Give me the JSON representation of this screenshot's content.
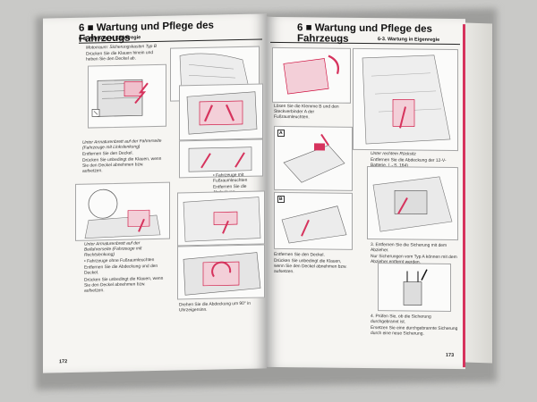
{
  "left_page": {
    "chapter_title": "6 ■ Wartung und Pflege des Fahrzeugs",
    "section": "6-3. Wartung in Eigenregie",
    "page_number": "172",
    "block1": [
      "Motorraum: Sicherungskasten Typ B",
      "Drücken Sie die Klauen hinein und heben Sie den Deckel ab."
    ],
    "block2": [
      "Unter Armaturenbrett auf der Fahrerseite (Fahrzeuge mit Linkslenkung)",
      "Entfernen Sie den Deckel.",
      "Drücken Sie unbedingt die Klauen, wenn Sie den Deckel abnehmen bzw. aufsetzen."
    ],
    "block3": [
      "Unter Armaturenbrett auf der Beifahrerseite (Fahrzeuge mit Rechtslenkung)",
      "• Fahrzeuge ohne Fußraumleuchten",
      "Entfernen Sie die Abdeckung und den Deckel.",
      "Drücken Sie unbedingt die Klauen, wenn Sie den Deckel abnehmen bzw. aufsetzen."
    ],
    "block4": [
      "• Fahrzeuge mit Fußraumleuchten",
      "Entfernen Sie die Abdeckung."
    ],
    "block5": [
      "Drehen Sie die Abdeckung um 90° in Uhrzeigersinn."
    ]
  },
  "right_page": {
    "chapter_title": "6 ■ Wartung und Pflege des Fahrzeugs",
    "section": "6-3. Wartung in Eigenregie",
    "page_number": "173",
    "block1": [
      "Lösen Sie die Klemme B und den Steckverbinder A der Fußraumleuchten."
    ],
    "block2": [
      "Entfernen Sie den Deckel.",
      "Drücken Sie unbedingt die Klauen, wenn Sie den Deckel abnehmen bzw. aufsetzen."
    ],
    "block3": [
      "Unter rechtem Rücksitz",
      "Entfernen Sie die Abdeckung der 12-V-Batterie. (→S. 164)"
    ],
    "step3": [
      "3. Entfernen Sie die Sicherung mit dem Abzieher.",
      "Nur Sicherungen vom Typ A können mit dem Abzieher entfernt werden."
    ],
    "step4": [
      "4. Prüfen Sie, ob die Sicherung durchgebrannt ist.",
      "Ersetzen Sie eine durchgebrannte Sicherung durch eine neue Sicherung."
    ],
    "label_b": "B",
    "label_a": "A"
  },
  "colors": {
    "accent": "#d6335d",
    "paper": "#f6f5f2"
  }
}
